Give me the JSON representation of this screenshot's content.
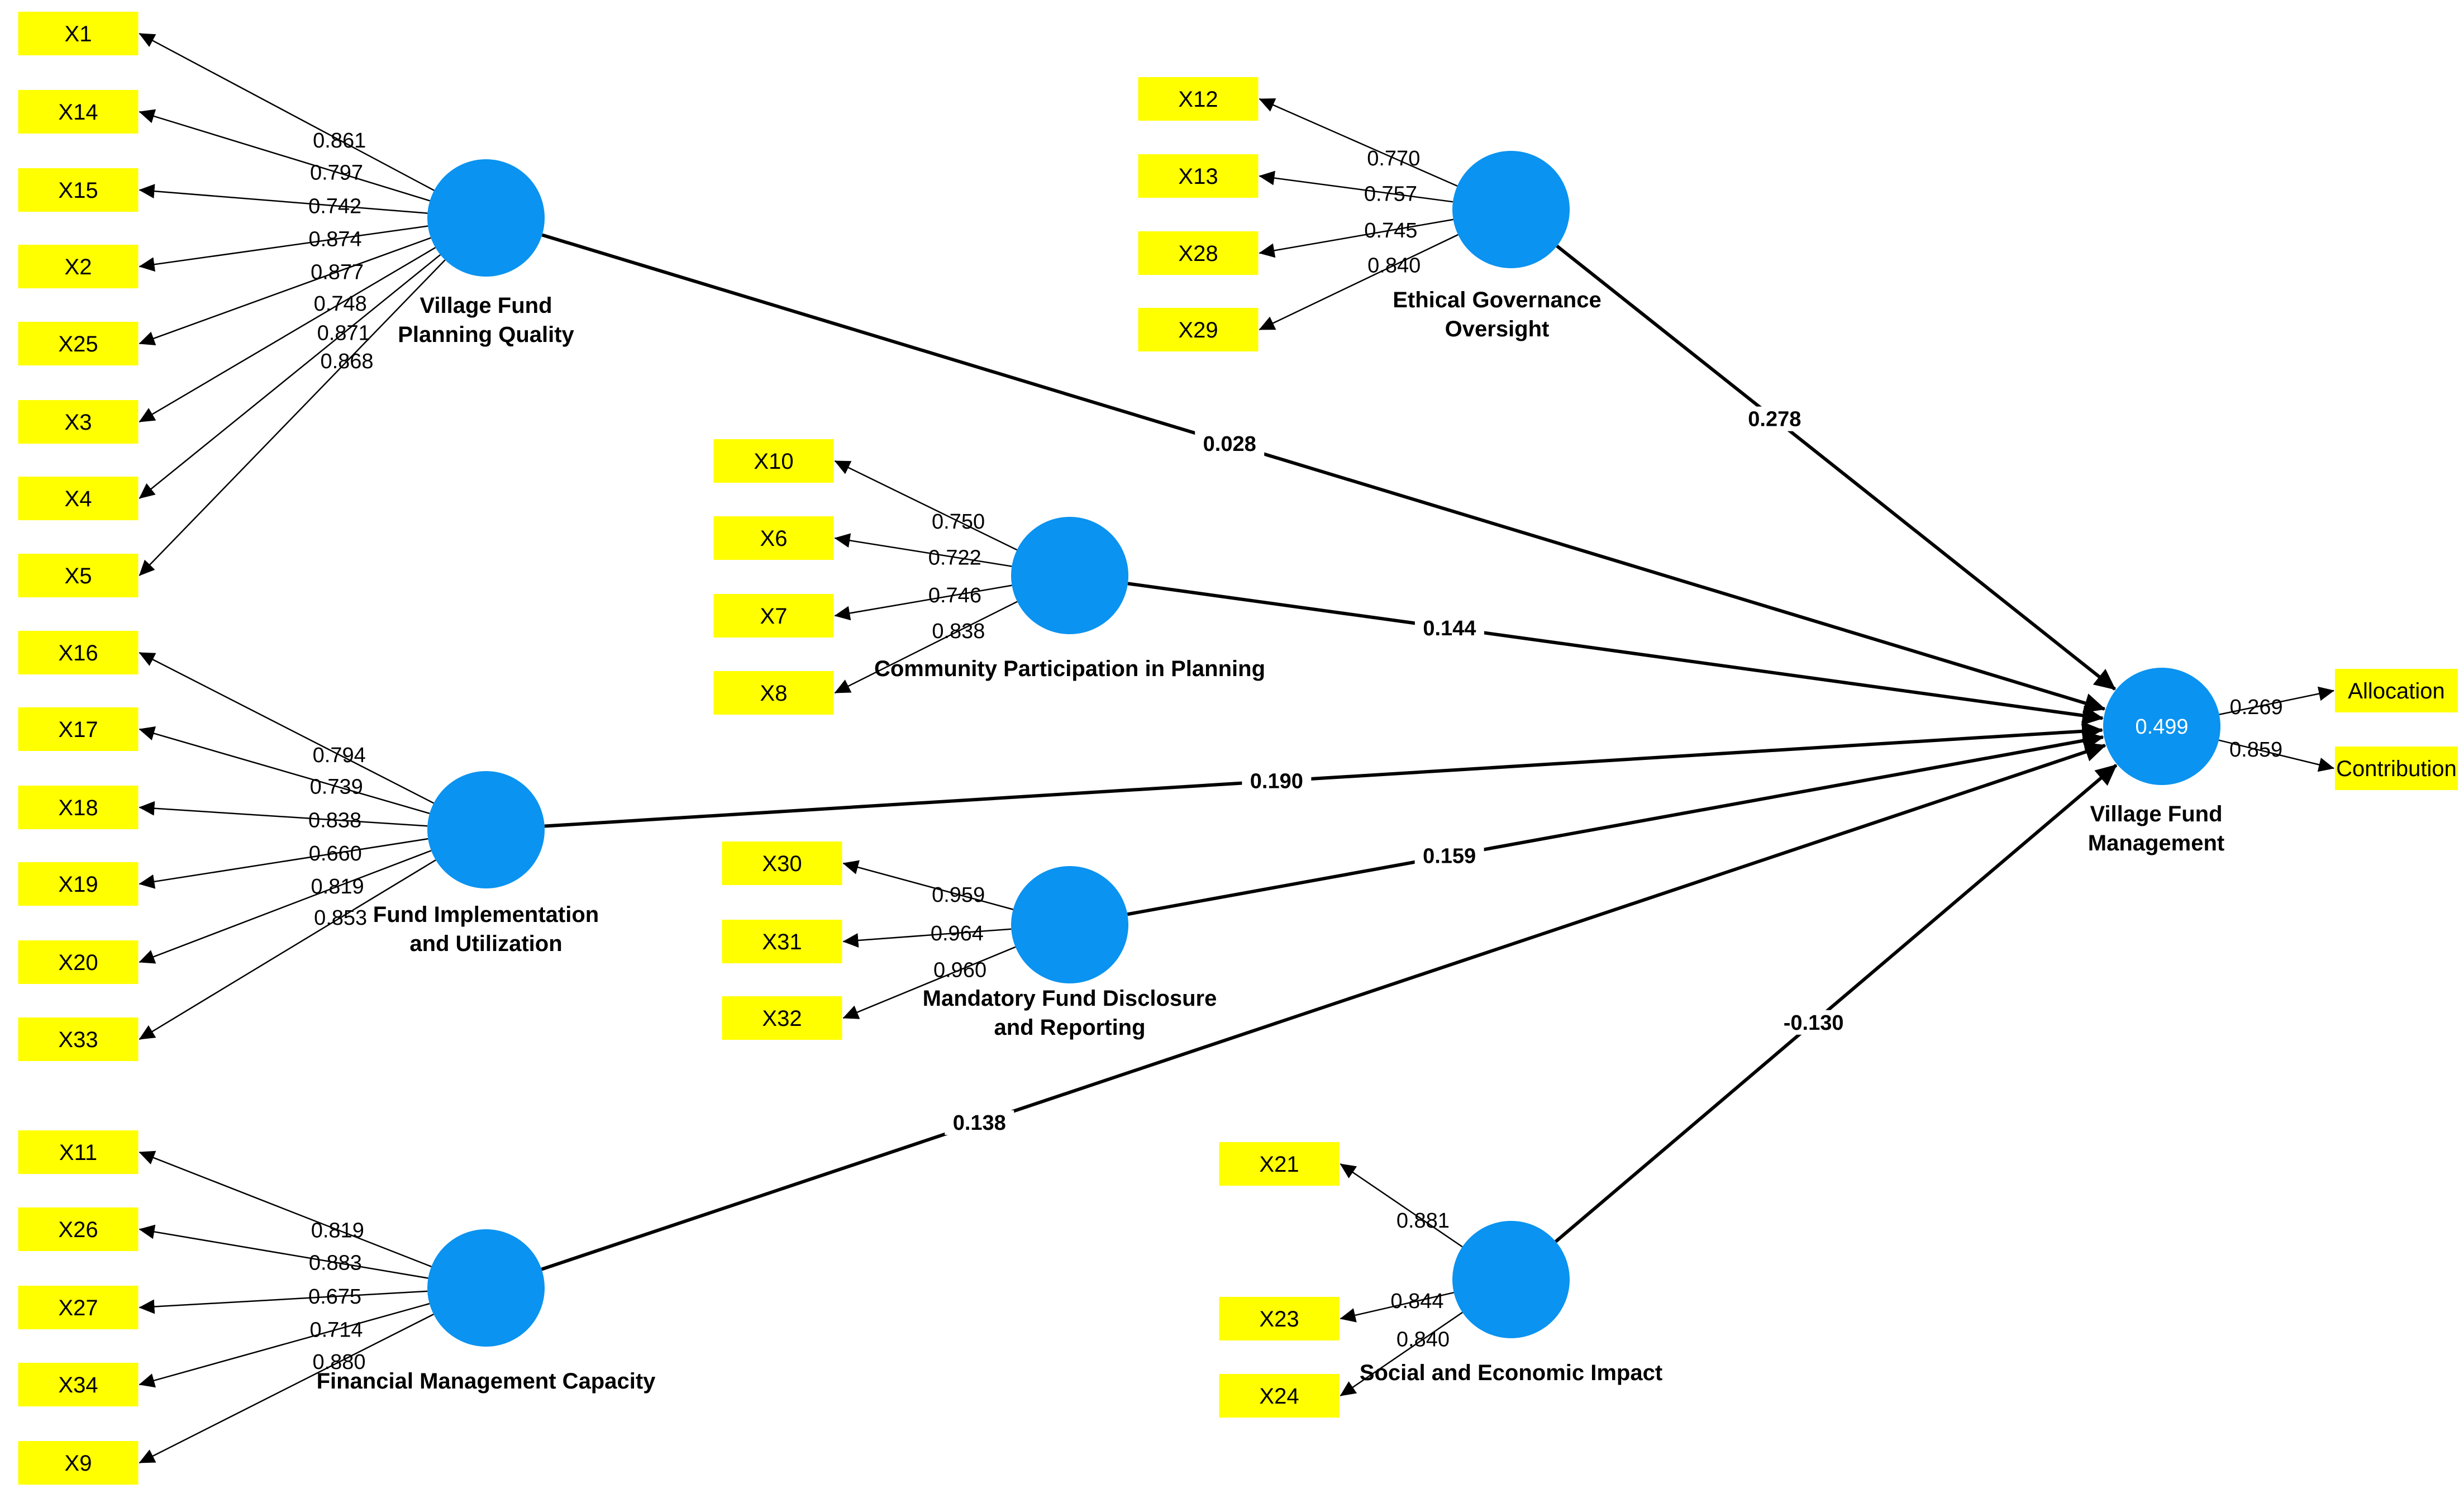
{
  "colors": {
    "construct_fill": "#0a93f0",
    "indicator_fill": "#ffff00",
    "line": "#000000"
  },
  "constructs": [
    {
      "id": "vfpq",
      "lines": [
        "Village Fund",
        "Planning Quality"
      ],
      "r2": ""
    },
    {
      "id": "fiu",
      "lines": [
        "Fund Implementation",
        "and Utilization"
      ],
      "r2": ""
    },
    {
      "id": "fmc",
      "lines": [
        "Financial Management Capacity"
      ],
      "r2": ""
    },
    {
      "id": "cpp",
      "lines": [
        "Community Participation in Planning"
      ],
      "r2": ""
    },
    {
      "id": "mfdr",
      "lines": [
        "Mandatory Fund Disclosure",
        "and Reporting"
      ],
      "r2": ""
    },
    {
      "id": "ego",
      "lines": [
        "Ethical Governance",
        "Oversight"
      ],
      "r2": ""
    },
    {
      "id": "sei",
      "lines": [
        "Social and Economic Impact"
      ],
      "r2": ""
    },
    {
      "id": "vfm",
      "lines": [
        "Village Fund",
        "Management"
      ],
      "r2": "0.499"
    }
  ],
  "indicators": [
    {
      "label": "X1",
      "construct": "vfpq",
      "loading": "0.861"
    },
    {
      "label": "X14",
      "construct": "vfpq",
      "loading": "0.797"
    },
    {
      "label": "X15",
      "construct": "vfpq",
      "loading": "0.742"
    },
    {
      "label": "X2",
      "construct": "vfpq",
      "loading": "0.874"
    },
    {
      "label": "X25",
      "construct": "vfpq",
      "loading": "0.877"
    },
    {
      "label": "X3",
      "construct": "vfpq",
      "loading": "0.748"
    },
    {
      "label": "X4",
      "construct": "vfpq",
      "loading": "0.871"
    },
    {
      "label": "X5",
      "construct": "vfpq",
      "loading": "0.868"
    },
    {
      "label": "X16",
      "construct": "fiu",
      "loading": "0.794"
    },
    {
      "label": "X17",
      "construct": "fiu",
      "loading": "0.739"
    },
    {
      "label": "X18",
      "construct": "fiu",
      "loading": "0.838"
    },
    {
      "label": "X19",
      "construct": "fiu",
      "loading": "0.660"
    },
    {
      "label": "X20",
      "construct": "fiu",
      "loading": "0.819"
    },
    {
      "label": "X33",
      "construct": "fiu",
      "loading": "0.853"
    },
    {
      "label": "X11",
      "construct": "fmc",
      "loading": "0.819"
    },
    {
      "label": "X26",
      "construct": "fmc",
      "loading": "0.883"
    },
    {
      "label": "X27",
      "construct": "fmc",
      "loading": "0.675"
    },
    {
      "label": "X34",
      "construct": "fmc",
      "loading": "0.714"
    },
    {
      "label": "X9",
      "construct": "fmc",
      "loading": "0.880"
    },
    {
      "label": "X10",
      "construct": "cpp",
      "loading": "0.750"
    },
    {
      "label": "X6",
      "construct": "cpp",
      "loading": "0.722"
    },
    {
      "label": "X7",
      "construct": "cpp",
      "loading": "0.746"
    },
    {
      "label": "X8",
      "construct": "cpp",
      "loading": "0.838"
    },
    {
      "label": "X30",
      "construct": "mfdr",
      "loading": "0.959"
    },
    {
      "label": "X31",
      "construct": "mfdr",
      "loading": "0.964"
    },
    {
      "label": "X32",
      "construct": "mfdr",
      "loading": "0.960"
    },
    {
      "label": "X12",
      "construct": "ego",
      "loading": "0.770"
    },
    {
      "label": "X13",
      "construct": "ego",
      "loading": "0.757"
    },
    {
      "label": "X28",
      "construct": "ego",
      "loading": "0.745"
    },
    {
      "label": "X29",
      "construct": "ego",
      "loading": "0.840"
    },
    {
      "label": "X21",
      "construct": "sei",
      "loading": "0.881"
    },
    {
      "label": "X23",
      "construct": "sei",
      "loading": "0.844"
    },
    {
      "label": "X24",
      "construct": "sei",
      "loading": "0.840"
    },
    {
      "label": "Allocation",
      "construct": "vfm",
      "loading": "0.269"
    },
    {
      "label": "Contribution",
      "construct": "vfm",
      "loading": "0.859"
    }
  ],
  "paths": [
    {
      "from": "vfpq",
      "to": "vfm",
      "coef": "0.028"
    },
    {
      "from": "cpp",
      "to": "vfm",
      "coef": "0.144"
    },
    {
      "from": "fiu",
      "to": "vfm",
      "coef": "0.190"
    },
    {
      "from": "mfdr",
      "to": "vfm",
      "coef": "0.159"
    },
    {
      "from": "fmc",
      "to": "vfm",
      "coef": "0.138"
    },
    {
      "from": "ego",
      "to": "vfm",
      "coef": "0.278"
    },
    {
      "from": "sei",
      "to": "vfm",
      "coef": "-0.130"
    }
  ]
}
